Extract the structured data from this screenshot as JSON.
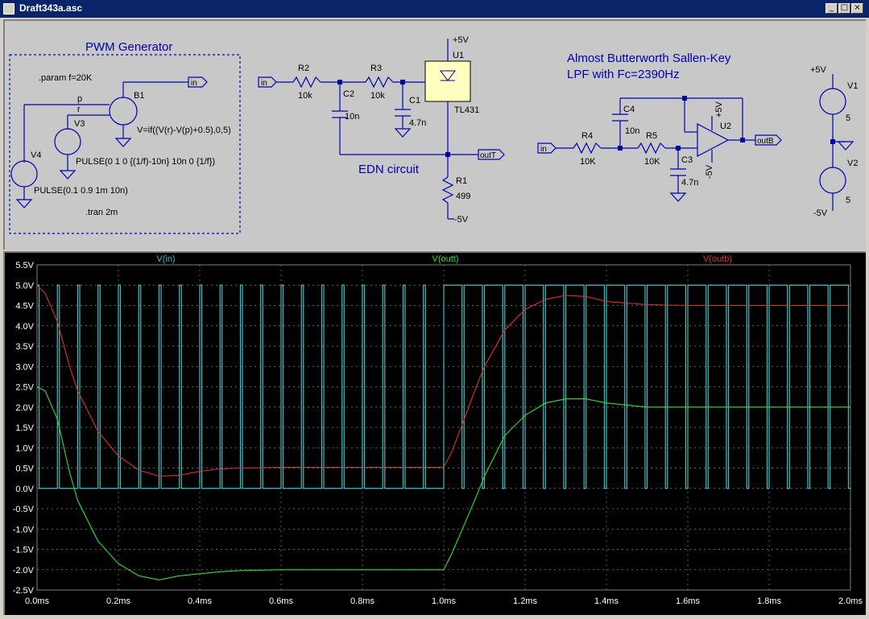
{
  "window": {
    "title": "Draft343a.asc",
    "min_label": "_",
    "max_label": "□",
    "close_label": "×"
  },
  "schematic": {
    "pwm_title": "PWM Generator",
    "param": ".param f=20K",
    "b1_label": "B1",
    "b1_expr": "V=if((V(r)-V(p)+0.5),0,5)",
    "net_p": "p",
    "net_r": "r",
    "v3_label": "V3",
    "v3_spec": "PULSE(0 1 0 {(1/f)-10n} 10n 0 {1/f})",
    "v4_label": "V4",
    "v4_spec": "PULSE(0.1 0.9 1m 10n)",
    "tran": ".tran 2m",
    "in_label": "in",
    "r2": "R2",
    "r2_val": "10k",
    "r3": "R3",
    "r3_val": "10k",
    "c2": "C2",
    "c2_val": "10n",
    "c1": "C1",
    "c1_val": "4.7n",
    "u1": "U1",
    "u1_part": "TL431",
    "r1": "R1",
    "r1_val": "499",
    "plus5": "+5V",
    "minus5": "-5V",
    "outT": "outT",
    "edn_title": "EDN circuit",
    "sk_title_1": "Almost Butterworth Sallen-Key",
    "sk_title_2": "LPF with Fc=2390Hz",
    "r4": "R4",
    "r4_val": "10K",
    "r5": "R5",
    "r5_val": "10K",
    "c4": "C4",
    "c4_val": "10n",
    "c3": "C3",
    "c3_val": "4.7n",
    "u2": "U2",
    "outB": "outB",
    "v1": "V1",
    "v1_val": "5",
    "v2": "V2",
    "v2_val": "5"
  },
  "chart_data": {
    "type": "line",
    "series": [
      {
        "name": "V(in)",
        "color": "#40c0c8"
      },
      {
        "name": "V(outt)",
        "color": "#30e030",
        "x": [
          0,
          0.02,
          0.05,
          0.08,
          0.1,
          0.15,
          0.2,
          0.25,
          0.3,
          0.35,
          0.4,
          0.45,
          0.5,
          0.6,
          0.7,
          0.8,
          0.9,
          1.0,
          1.02,
          1.05,
          1.08,
          1.1,
          1.15,
          1.2,
          1.25,
          1.3,
          1.35,
          1.4,
          1.5,
          1.6,
          1.7,
          1.8,
          1.9,
          2.0
        ],
        "y": [
          2.5,
          2.4,
          1.7,
          0.4,
          -0.3,
          -1.3,
          -1.85,
          -2.15,
          -2.25,
          -2.15,
          -2.1,
          -2.05,
          -2.02,
          -2.0,
          -2.0,
          -2.0,
          -2.0,
          -2.0,
          -1.6,
          -0.9,
          -0.2,
          0.3,
          1.3,
          1.8,
          2.1,
          2.2,
          2.2,
          2.1,
          2.0,
          2.0,
          2.0,
          2.0,
          2.0,
          2.0
        ]
      },
      {
        "name": "V(outb)",
        "color": "#e03030",
        "x": [
          0,
          0.02,
          0.05,
          0.08,
          0.1,
          0.15,
          0.2,
          0.25,
          0.3,
          0.35,
          0.4,
          0.45,
          0.5,
          0.6,
          0.7,
          0.8,
          0.9,
          1.0,
          1.02,
          1.05,
          1.08,
          1.1,
          1.15,
          1.2,
          1.25,
          1.3,
          1.35,
          1.4,
          1.5,
          1.6,
          1.7,
          1.8,
          1.9,
          2.0
        ],
        "y": [
          5.0,
          4.8,
          4.1,
          3.0,
          2.4,
          1.4,
          0.8,
          0.45,
          0.3,
          0.32,
          0.42,
          0.48,
          0.5,
          0.52,
          0.52,
          0.52,
          0.52,
          0.52,
          0.9,
          1.7,
          2.5,
          3.0,
          3.9,
          4.4,
          4.65,
          4.75,
          4.72,
          4.6,
          4.52,
          4.5,
          4.5,
          4.5,
          4.5,
          4.5
        ]
      }
    ],
    "x_ticks": [
      "0.0ms",
      "0.2ms",
      "0.4ms",
      "0.6ms",
      "0.8ms",
      "1.0ms",
      "1.2ms",
      "1.4ms",
      "1.6ms",
      "1.8ms",
      "2.0ms"
    ],
    "y_ticks": [
      "5.5V",
      "5.0V",
      "4.5V",
      "4.0V",
      "3.5V",
      "3.0V",
      "2.5V",
      "2.0V",
      "1.5V",
      "1.0V",
      "0.5V",
      "0.0V",
      "-0.5V",
      "-1.0V",
      "-1.5V",
      "-2.0V",
      "-2.5V"
    ],
    "xlim": [
      0,
      2.0
    ],
    "ylim": [
      -2.5,
      5.5
    ],
    "pwm": {
      "period_ms": 0.05,
      "high": 5.0,
      "low": 0.0,
      "duty_before_1ms": 0.1,
      "duty_after_1ms": 0.9
    },
    "grid": true,
    "legend_placement": "top"
  }
}
